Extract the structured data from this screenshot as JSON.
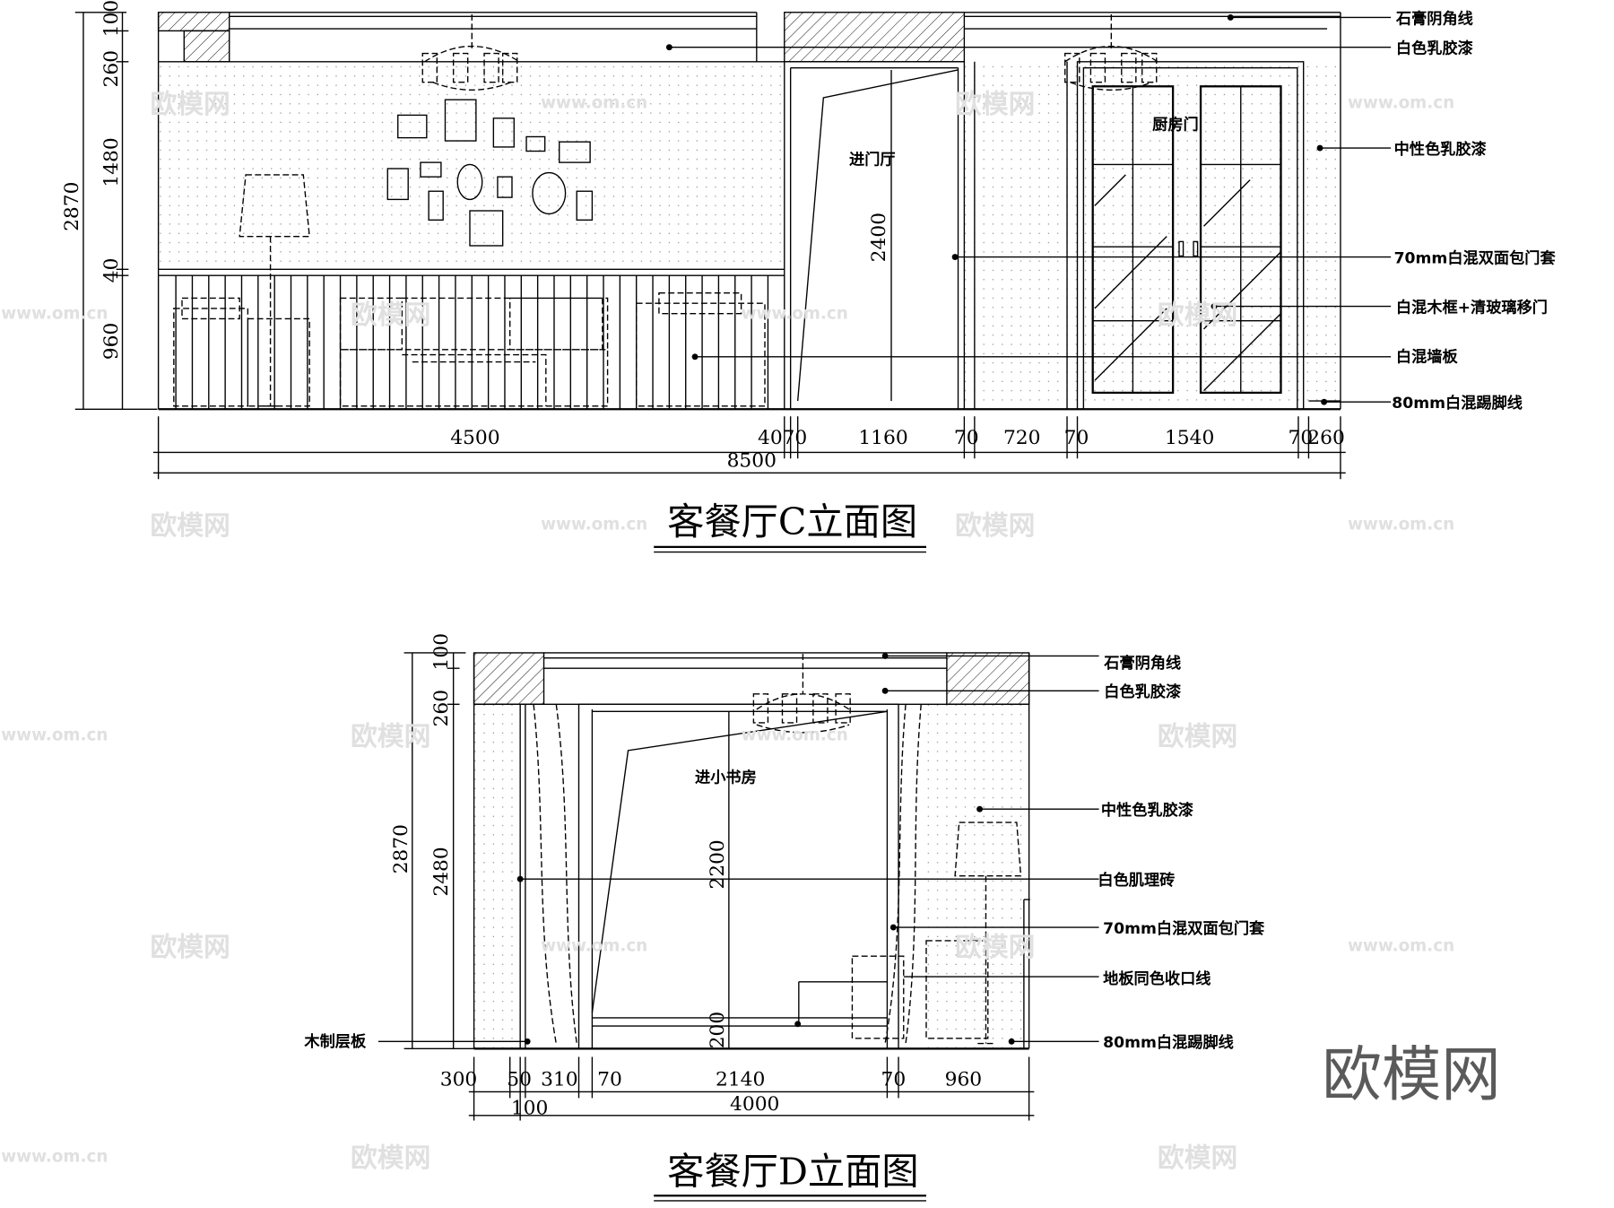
{
  "elevation_c": {
    "title": "客餐厅C立面图",
    "left_dims": {
      "total": "2870",
      "segments": [
        "100",
        "260",
        "1480",
        "40",
        "960"
      ]
    },
    "bottom_dims": [
      "4500",
      "40",
      "70",
      "1160",
      "70",
      "720",
      "70",
      "1540",
      "70",
      "260"
    ],
    "total_width": "8500",
    "door_height": "2400",
    "room_labels": {
      "entry": "进门厅",
      "kitchen_door": "厨房门"
    },
    "callouts": [
      "石膏阴角线",
      "白色乳胶漆",
      "中性色乳胶漆",
      "70mm白混双面包门套",
      "白混木框+清玻璃移门",
      "白混墙板",
      "80mm白混踢脚线"
    ]
  },
  "elevation_d": {
    "title": "客餐厅D立面图",
    "left_dims": {
      "total": "2870",
      "segments": [
        "100",
        "260",
        "2480"
      ]
    },
    "bottom_dims": [
      "300",
      "50",
      "310",
      "70",
      "2140",
      "70",
      "960"
    ],
    "bottom_dims_row2": [
      "100",
      "4000"
    ],
    "door_height": "2200",
    "sill_height": "200",
    "room_labels": {
      "study": "进小书房"
    },
    "left_callout": "木制层板",
    "callouts": [
      "石膏阴角线",
      "白色乳胶漆",
      "中性色乳胶漆",
      "白色肌理砖",
      "70mm白混双面包门套",
      "地板同色收口线",
      "80mm白混踢脚线"
    ]
  },
  "watermark": {
    "brand": "欧模网",
    "url": "www.om.cn"
  }
}
